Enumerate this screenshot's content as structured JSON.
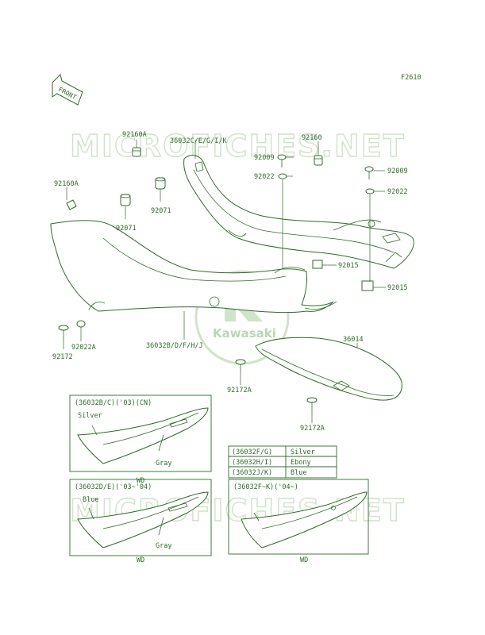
{
  "header": {
    "figure_code": "F2610",
    "front_arrow_label": "FRONT"
  },
  "watermark": {
    "site_text": "MICROFICHES.NET",
    "brand_text": "Kawasaki"
  },
  "parts": {
    "p92160A_top": "92160A",
    "p36032_cegik": "36032C/E/G/I/K",
    "p92160": "92160",
    "p92009_a": "92009",
    "p92009_b": "92009",
    "p92022_a": "92022",
    "p92022_b": "92022",
    "p92160A_left": "92160A",
    "p92071_a": "92071",
    "p92071_b": "92071",
    "p92015_a": "92015",
    "p92015_b": "92015",
    "p92022A": "92022A",
    "p92172": "92172",
    "p36032_bdfhj": "36032B/D/F/H/J",
    "p36014": "36014",
    "p92172A_a": "92172A",
    "p92172A_b": "92172A"
  },
  "inset1": {
    "title": "(36032B/C)('03)(CN)",
    "color_top": "Silver",
    "color_bottom": "Gray",
    "caption": "WD"
  },
  "inset2": {
    "title": "(36032D/E)('03~'04)",
    "color_top": "Blue",
    "color_bottom": "Gray",
    "caption": "WD"
  },
  "inset3": {
    "title": "(36032F~K)('04~)",
    "caption": "WD"
  },
  "color_table": {
    "rows": [
      {
        "code": "(36032F/G)",
        "color": "Silver"
      },
      {
        "code": "(36032H/I)",
        "color": "Ebony"
      },
      {
        "code": "(36032J/K)",
        "color": "Blue"
      }
    ]
  },
  "colors": {
    "line": "#2f6b2a",
    "watermark": "#cfe3c9"
  }
}
